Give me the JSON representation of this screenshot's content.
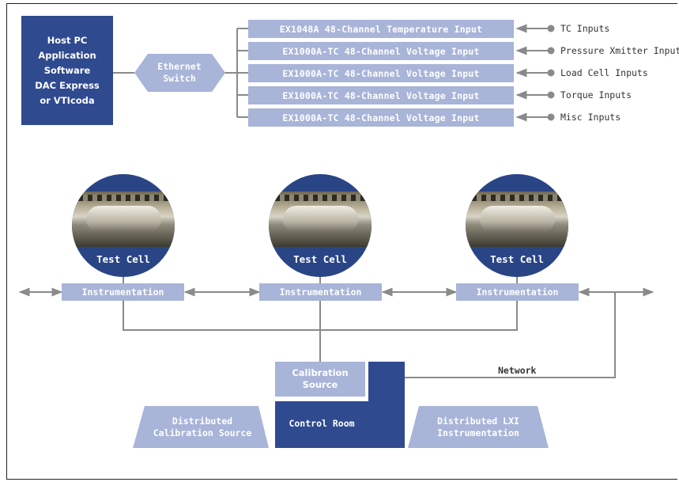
{
  "host_pc": {
    "label": "Host PC\nApplication\nSoftware\nDAC Express\nor VTIcoda"
  },
  "ethernet_switch": {
    "label": "Ethernet\nSwitch"
  },
  "modules": [
    {
      "label": "EX1048A  48-Channel Temperature Input",
      "signal": "TC Inputs"
    },
    {
      "label": "EX1000A-TC  48-Channel Voltage Input",
      "signal": "Pressure Xmitter Inputs"
    },
    {
      "label": "EX1000A-TC  48-Channel Voltage Input",
      "signal": "Load Cell Inputs"
    },
    {
      "label": "EX1000A-TC  48-Channel Voltage Input",
      "signal": "Torque Inputs"
    },
    {
      "label": "EX1000A-TC  48-Channel Voltage Input",
      "signal": "Misc Inputs"
    }
  ],
  "test_cells": [
    {
      "label": "Test Cell",
      "instrumentation": "Instrumentation"
    },
    {
      "label": "Test Cell",
      "instrumentation": "Instrumentation"
    },
    {
      "label": "Test Cell",
      "instrumentation": "Instrumentation"
    }
  ],
  "calibration_source": {
    "label": "Calibration\nSource"
  },
  "control_room": {
    "label": "Control Room"
  },
  "network_label": "Network",
  "distributed_calibration": {
    "label": "Distributed\nCalibration Source"
  },
  "distributed_lxi": {
    "label": "Distributed LXI\nInstrumentation"
  },
  "colors": {
    "dark_blue": "#2f4a8f",
    "light_blue": "#a8b4d8",
    "line_gray": "#8a8a8a"
  }
}
